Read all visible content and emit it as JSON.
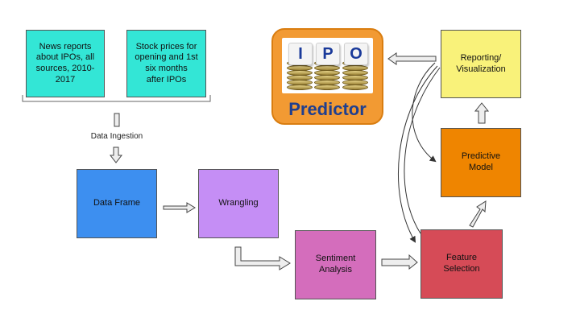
{
  "sources": {
    "news": "News reports\nabout IPOs, all\nsources, 2010-\n2017",
    "stock": "Stock prices for\nopening and 1st\nsix months\nafter IPOs"
  },
  "ingestion_label": "Data Ingestion",
  "steps": {
    "data_frame": "Data Frame",
    "wrangling": "Wrangling",
    "sentiment": "Sentiment\nAnalysis",
    "feature": "Feature\nSelection",
    "predictive": "Predictive\nModel",
    "reporting": "Reporting/\nVisualization"
  },
  "logo": {
    "letters": [
      "I",
      "P",
      "O"
    ],
    "title": "Predictor"
  },
  "colors": {
    "sources": "#33e6d6",
    "data_frame": "#3d8ff0",
    "wrangling": "#c58ef5",
    "sentiment": "#d46dbc",
    "feature": "#d64b57",
    "predictive": "#ef8500",
    "reporting": "#f9f27a",
    "logo_bg": "#f29a33"
  }
}
